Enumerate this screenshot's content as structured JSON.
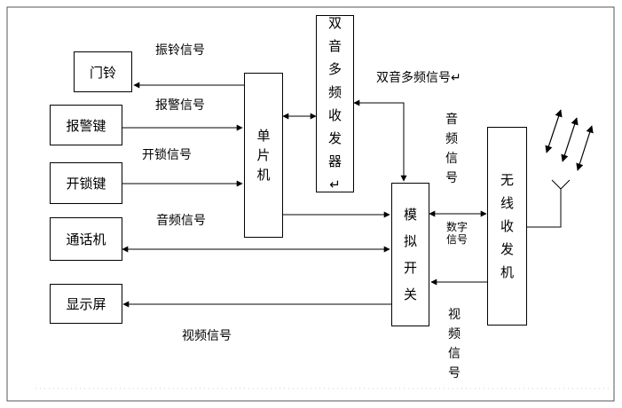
{
  "blocks": {
    "doorbell": "门铃",
    "alarm_key": "报警键",
    "unlock_key": "开锁键",
    "handset": "通话机",
    "display": "显示屏",
    "mcu": "单片机",
    "dtmf_transceiver": "双音多频收发器↵",
    "analog_switch": "模拟开关",
    "wireless_transceiver": "无线收发机"
  },
  "signals": {
    "ring_signal": "振铃信号",
    "alarm_signal": "报警信号",
    "unlock_signal": "开锁信号",
    "audio_signal_left": "音频信号",
    "video_signal_bottom": "视频信号",
    "dtmf_signal": "双音多频信号↵",
    "audio_signal_vertical": "音频信号",
    "digital_signal": "数字信号",
    "video_signal_vertical": "视频信号"
  }
}
